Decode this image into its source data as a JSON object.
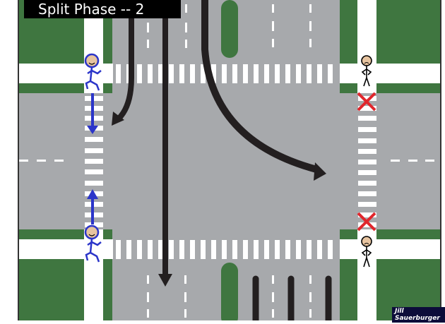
{
  "title": "Split Phase -- 2",
  "credit": "Jill Sauerburger",
  "colors": {
    "grass": "#3f7640",
    "road": "#a7a9ac",
    "crosswalk": "#ffffff",
    "vehicle_arrow": "#231f20",
    "ped_walk": "#2b35c9",
    "ped_dont_walk": "#000000",
    "dont_walk_x": "#e0262c",
    "face_skin": "#e7c4a0",
    "title_bg": "#000000",
    "title_text": "#ffffff",
    "credit_bg": "#0c0c3a"
  },
  "pedestrians": [
    {
      "id": "west-north",
      "state": "walking",
      "face": "smiling",
      "arrow": "down"
    },
    {
      "id": "west-south",
      "state": "walking",
      "face": "smiling",
      "arrow": "up"
    },
    {
      "id": "east-north",
      "state": "waiting",
      "face": "frowning",
      "signal": "dont-walk-x"
    },
    {
      "id": "east-south",
      "state": "waiting",
      "face": "frowning",
      "signal": "dont-walk-x"
    }
  ],
  "vehicle_movements": [
    {
      "id": "southbound-left-turn",
      "from": "north",
      "to": "east-left-turn"
    },
    {
      "id": "southbound-through",
      "from": "north",
      "to": "south"
    },
    {
      "id": "southbound-right",
      "from": "north",
      "to": "east"
    }
  ],
  "queued_vehicles": {
    "northbound_lanes": 3
  }
}
